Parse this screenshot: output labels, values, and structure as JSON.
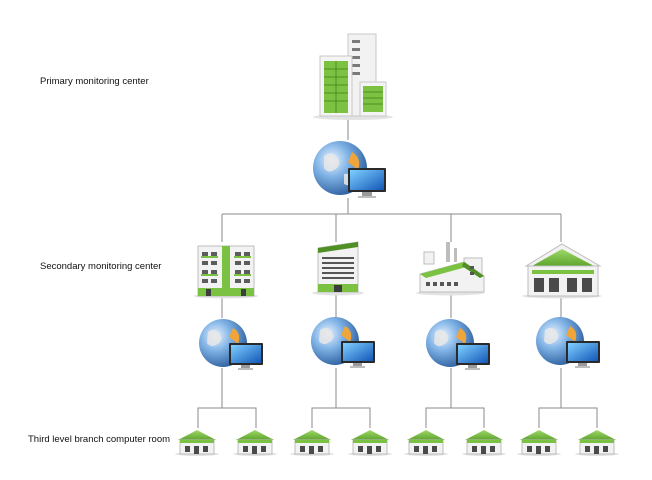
{
  "levels": {
    "primary": "Primary monitoring center",
    "secondary": "Secondary monitoring center",
    "third": "Third level branch computer room"
  },
  "colors": {
    "green": "#7cc242",
    "dark_green": "#4f8f23",
    "building_white": "#f2f2f2",
    "building_grey": "#c8c8c8",
    "line": "#8a8a8a",
    "globe_blue": "#3d7fc4",
    "monitor_blue": "#1f6fd1"
  },
  "icons": {
    "primary_building": "office-tower-icon",
    "network_node": "globe-monitor-icon",
    "secondary_buildings": [
      "apartment-block-icon",
      "office-block-icon",
      "factory-icon",
      "warehouse-icon"
    ],
    "branch_room": "small-house-icon"
  }
}
